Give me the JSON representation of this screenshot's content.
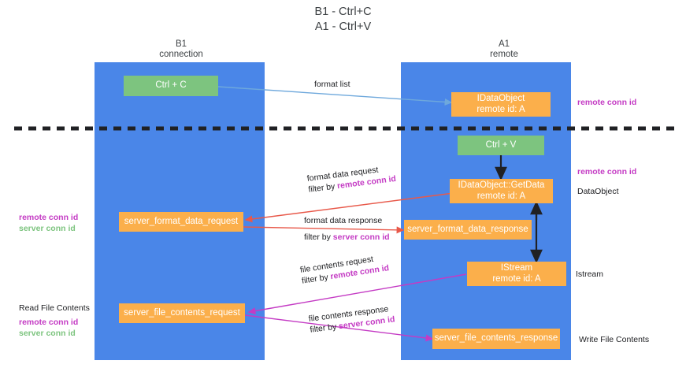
{
  "title": "B1 - Ctrl+C\nA1 - Ctrl+V",
  "columns": [
    {
      "name": "col-b1",
      "label": "B1\nconnection"
    },
    {
      "name": "col-a1",
      "label": "A1\nremote"
    }
  ],
  "nodes": [
    {
      "name": "node-ctrl-c",
      "label": "Ctrl + C",
      "color": "#7dc47f"
    },
    {
      "name": "node-idataobject",
      "label": "IDataObject\nremote id: A",
      "color": "#fbaf4b"
    },
    {
      "name": "node-ctrl-v",
      "label": "Ctrl + V",
      "color": "#7dc47f"
    },
    {
      "name": "node-idataobject-getdata",
      "label": "IDataObject::GetData\nremote id: A",
      "color": "#fbaf4b"
    },
    {
      "name": "node-server-format-data-request",
      "label": "server_format_data_request",
      "color": "#fbaf4b"
    },
    {
      "name": "node-server-format-data-response",
      "label": "server_format_data_response",
      "color": "#fbaf4b"
    },
    {
      "name": "node-istream",
      "label": "IStream\nremote id: A",
      "color": "#fbaf4b"
    },
    {
      "name": "node-server-file-contents-request",
      "label": "server_file_contents_request",
      "color": "#fbaf4b"
    },
    {
      "name": "node-server-file-contents-response",
      "label": "server_file_contents_response",
      "color": "#fbaf4b"
    }
  ],
  "edge_labels": [
    {
      "name": "edge-label-format-list",
      "line1": "format list",
      "line2": "",
      "line2_accent": ""
    },
    {
      "name": "edge-label-format-data-request",
      "line1": "format data request",
      "line2": "filter by ",
      "line2_accent": "remote conn id"
    },
    {
      "name": "edge-label-format-data-response",
      "line1": "format data response",
      "line2": "filter by ",
      "line2_accent": "server conn id"
    },
    {
      "name": "edge-label-file-contents-request",
      "line1": "file contents request",
      "line2": "filter by ",
      "line2_accent": "remote conn id"
    },
    {
      "name": "edge-label-file-contents-response",
      "line1": "file contents response",
      "line2": "filter by ",
      "line2_accent": "server conn id"
    }
  ],
  "annotations": {
    "right": [
      {
        "name": "annotation-remote-conn-id-top",
        "text": "remote conn id",
        "style": "mg"
      },
      {
        "name": "annotation-remote-conn-id-mid",
        "text": "remote conn id",
        "style": "mg"
      },
      {
        "name": "annotation-dataobject",
        "text": "DataObject",
        "style": "plain"
      },
      {
        "name": "annotation-istream",
        "text": "Istream",
        "style": "plain"
      },
      {
        "name": "annotation-write-file-contents",
        "text": "Write File Contents",
        "style": "plain"
      }
    ],
    "left": [
      {
        "name": "annotation-left-conn-ids",
        "text": "remote conn id\nserver conn id",
        "style": "pair"
      },
      {
        "name": "annotation-read-file-contents",
        "text": "Read File Contents",
        "style": "plain"
      },
      {
        "name": "annotation-left-conn-ids-2",
        "text": "remote conn id\nserver conn id",
        "style": "pair"
      }
    ]
  },
  "colors": {
    "lane": "#4a86e8",
    "green": "#7dc47f",
    "orange": "#fbaf4b",
    "magenta": "#c43bc4",
    "red_arrow": "#e8594a",
    "blue_arrow": "#6ea8dc",
    "black": "#202124",
    "background": "#ffffff"
  },
  "divider": {
    "name": "phase-divider",
    "style": "dashed",
    "color": "#202124"
  }
}
